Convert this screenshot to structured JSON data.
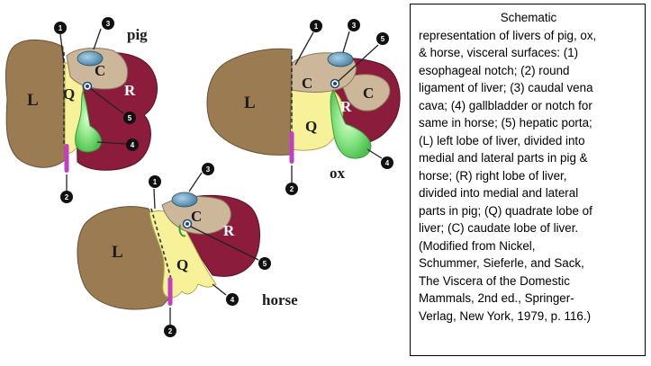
{
  "caption": "Schematic\nrepresentation of livers of pig, ox,\n& horse, visceral surfaces: (1)\nesophageal notch; (2) round\nligament of liver; (3) caudal vena\ncava; (4) gallbladder or notch for\nsame in horse; (5) hepatic porta;\n(L) left lobe of liver, divided into\nmedial and lateral parts in pig &\nhorse; (R) right lobe of liver,\ndivided into medial and lateral\nparts in pig; (Q) quadrate lobe of\nliver; (C) caudate lobe of liver.\n(Modified from Nickel,\nSchummer, Sieferle, and Sack,\nThe Viscera of the Domestic\nMammals, 2nd ed., Springer-\nVerlag, New York, 1979, p. 116.)",
  "species": {
    "pig": "pig",
    "ox": "ox",
    "horse": "horse"
  },
  "lobes": {
    "left": "L",
    "right": "R",
    "quadrate": "Q",
    "caudate": "C"
  },
  "markers": {
    "m1": "1",
    "m2": "2",
    "m3": "3",
    "m4": "4",
    "m5": "5"
  },
  "colors": {
    "left_lobe": "#9b7b52",
    "right_lobe": "#8c1c3c",
    "quadrate_lobe": "#f7f29a",
    "caudate_lobe": "#cdb79a",
    "vena_cava": "#5e95b6",
    "gallbladder": "#7fe07f",
    "round_ligament": "#c040c0"
  }
}
